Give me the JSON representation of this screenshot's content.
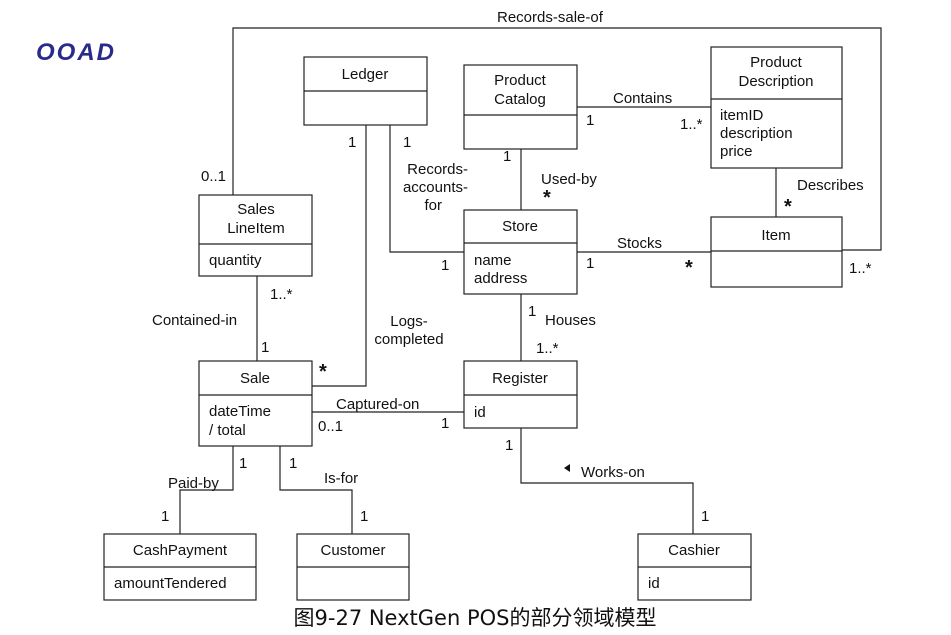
{
  "header": {
    "brand": "OOAD"
  },
  "caption": "图9-27 NextGen POS的部分领域模型",
  "classes": {
    "ledger": {
      "name": "Ledger"
    },
    "catalog": {
      "name1": "Product",
      "name2": "Catalog"
    },
    "desc": {
      "name1": "Product",
      "name2": "Description",
      "attr1": "itemID",
      "attr2": "description",
      "attr3": "price"
    },
    "lineitem": {
      "name1": "Sales",
      "name2": "LineItem",
      "attr1": "quantity"
    },
    "store": {
      "name": "Store",
      "attr1": "name",
      "attr2": "address"
    },
    "item": {
      "name": "Item"
    },
    "sale": {
      "name": "Sale",
      "attr1": "dateTime",
      "attr2": "/ total"
    },
    "register": {
      "name": "Register",
      "attr1": "id"
    },
    "cashpayment": {
      "name": "CashPayment",
      "attr1": "amountTendered"
    },
    "customer": {
      "name": "Customer"
    },
    "cashier": {
      "name": "Cashier",
      "attr1": "id"
    }
  },
  "associations": {
    "records_sale_of": "Records-sale-of",
    "contains": "Contains",
    "used_by": "Used-by",
    "describes": "Describes",
    "stocks": "Stocks",
    "records_accounts_for": [
      "Records-",
      "accounts-",
      "for"
    ],
    "contained_in": "Contained-in",
    "logs_completed": [
      "Logs-",
      "completed"
    ],
    "houses": "Houses",
    "captured_on": "Captured-on",
    "works_on": "Works-on",
    "paid_by": "Paid-by",
    "is_for": "Is-for"
  },
  "multiplicities": {
    "lineitem_top": "0..1",
    "item_right": "1..*",
    "ledger_left": "1",
    "ledger_right": "1",
    "catalog_contains": "1",
    "desc_contains": "1..*",
    "catalog_bottom": "1",
    "store_usedby": "*",
    "desc_bottom": "*",
    "store_left": "1",
    "store_right": "1",
    "item_left": "*",
    "lineitem_bottom": "1..*",
    "sale_top": "1",
    "sale_logs": "*",
    "store_bottom": "1",
    "register_top": "1..*",
    "sale_captured": "0..1",
    "register_left": "1",
    "register_bottom": "1",
    "sale_paid": "1",
    "sale_isfor": "1",
    "cashpayment_top": "1",
    "customer_top": "1",
    "cashier_top": "1"
  }
}
